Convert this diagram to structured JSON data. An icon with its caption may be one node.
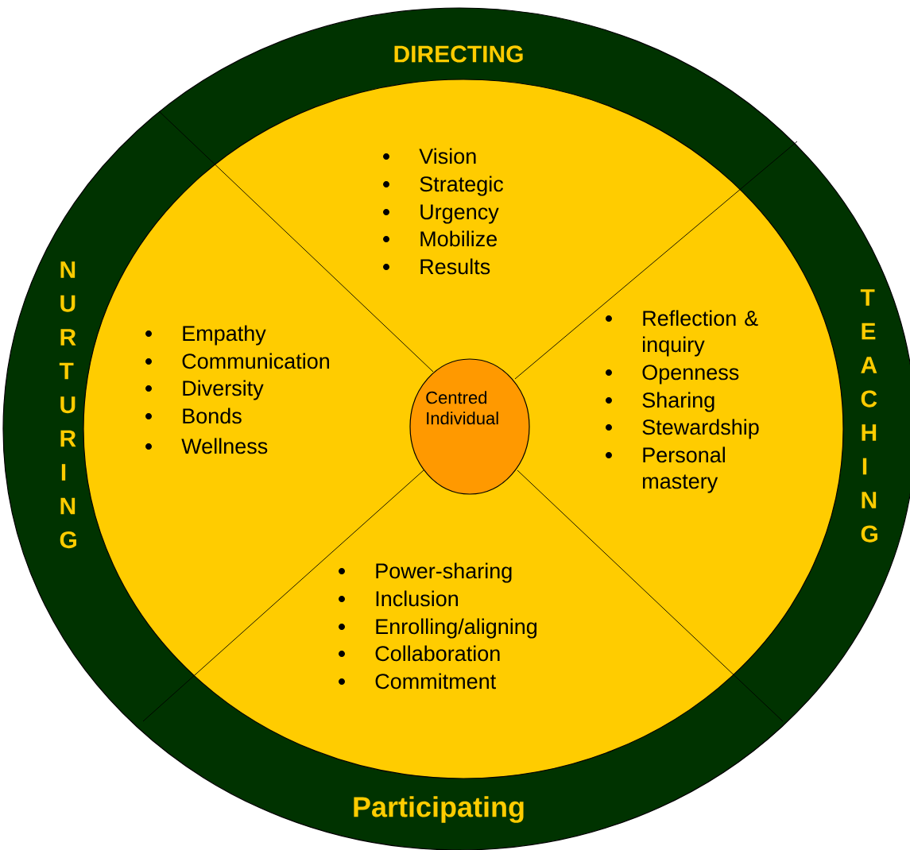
{
  "diagram": {
    "nodes": [
      {
        "text": [
          "DIRECTING",
          "NURTURING",
          "TEACHING",
          "Participating"
        ]
      },
      {
        "text": [
          "Vision",
          "Strategic",
          "Urgency",
          "Mobilize",
          "Results",
          "Empathy",
          "Communication",
          "Diversity",
          "Bonds",
          "Wellness",
          "Reflection & inquiry",
          "Openness",
          "Sharing",
          "Stewardship",
          "Personal mastery",
          "Power-sharing",
          "Inclusion",
          "Enrolling/aligning",
          "Collaboration",
          "Commitment"
        ],
        "in": 0
      },
      {
        "text": [
          "Centred Individual"
        ],
        "in": 1
      }
    ]
  }
}
